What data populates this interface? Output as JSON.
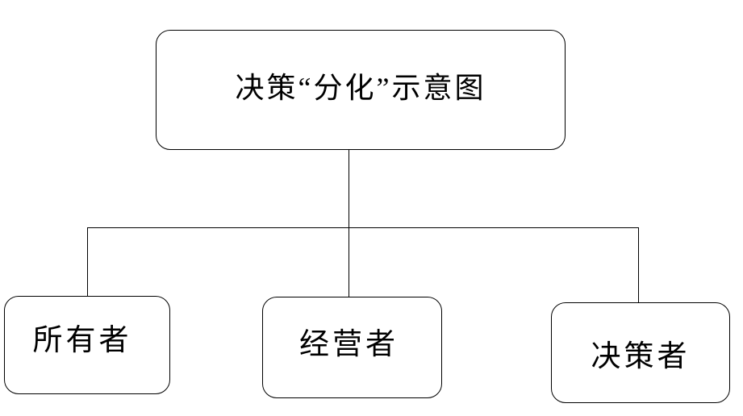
{
  "diagram": {
    "title_node": {
      "label": "决策“分化”示意图"
    },
    "child_nodes": [
      {
        "label": "所有者"
      },
      {
        "label": "经营者"
      },
      {
        "label": "决策者"
      }
    ],
    "connectors": {
      "structure": "title connects down to a horizontal rail that branches to the three child nodes"
    },
    "colors": {
      "background": "#ffffff",
      "line": "#000000",
      "text": "#000000"
    }
  }
}
